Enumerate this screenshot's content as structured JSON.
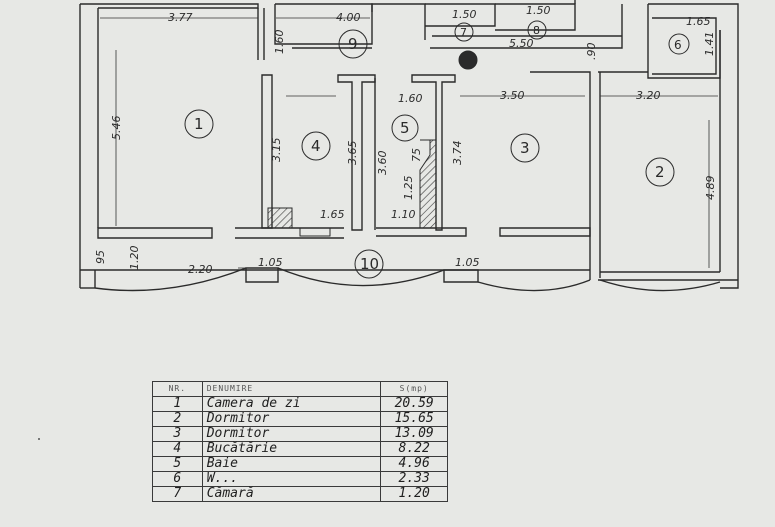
{
  "rooms": [
    {
      "id": "1",
      "name": "Camera de zi",
      "area": "20.59"
    },
    {
      "id": "2",
      "name": "Dormitor",
      "area": "15.65"
    },
    {
      "id": "3",
      "name": "Dormitor",
      "area": "13.09"
    },
    {
      "id": "4",
      "name": "Bucătărie",
      "area": "8.22"
    },
    {
      "id": "5",
      "name": "Baie",
      "area": "4.96"
    },
    {
      "id": "6",
      "name": "W...",
      "area": "2.33"
    },
    {
      "id": "7",
      "name": "Cămară",
      "area": "1.20"
    },
    {
      "id": "8",
      "name": "",
      "area": ""
    },
    {
      "id": "9",
      "name": "",
      "area": ""
    },
    {
      "id": "10",
      "name": "",
      "area": ""
    }
  ],
  "dimensions": {
    "d377": "3.77",
    "d400": "4.00",
    "d150a": "1.50",
    "d150b": "1.50",
    "d165a": "1.65",
    "d160a": "1.60",
    "d550": "5.50",
    "d141": "1.41",
    "d090": ".90",
    "d546": "5.46",
    "d160b": "1.60",
    "d350": "3.50",
    "d320": "3.20",
    "d315": "3.15",
    "d365": "3.65",
    "d360": "3.60",
    "d075": "75",
    "d374": "3.74",
    "d489": "4.89",
    "d125": "1.25",
    "d165b": "1.65",
    "d110": "1.10",
    "d095": "95",
    "d120": "1.20",
    "d220": "2.20",
    "d105a": "1.05",
    "d105b": "1.05"
  },
  "legend": {
    "headers": {
      "nr": "NR.",
      "name": "DENUMIRE",
      "area": "S(mp)"
    }
  },
  "colors": {
    "ink": "#2b2b2b",
    "paper": "#e7e8e5",
    "hatch": "#3a3a3a"
  }
}
